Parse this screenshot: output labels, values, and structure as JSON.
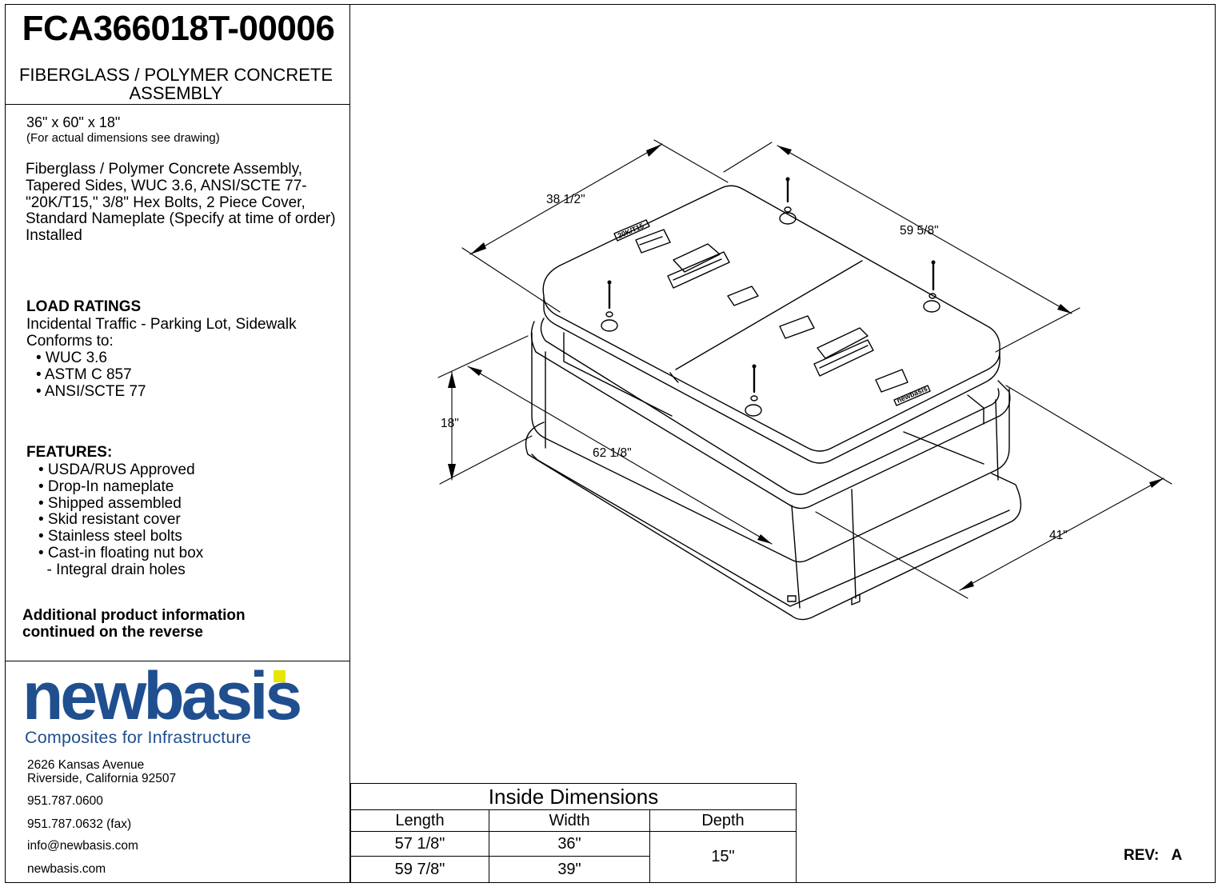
{
  "title": {
    "part_number": "FCA366018T-00006",
    "subtitle_line1": "FIBERGLASS / POLYMER CONCRETE",
    "subtitle_line2": "ASSEMBLY"
  },
  "size": {
    "nominal": "36\" x 60\" x 18\"",
    "note": "(For actual dimensions see drawing)"
  },
  "description": "Fiberglass / Polymer Concrete Assembly, Tapered Sides, WUC 3.6, ANSI/SCTE 77-\"20K/T15,\" 3/8\" Hex Bolts, 2 Piece Cover, Standard Nameplate (Specify at time of order) Installed",
  "load_ratings": {
    "heading": "LOAD RATINGS",
    "traffic": "Incidental Traffic - Parking Lot, Sidewalk",
    "conforms_label": "Conforms to:",
    "standards": [
      "• WUC 3.6",
      "• ASTM C 857",
      "• ANSI/SCTE 77"
    ]
  },
  "features": {
    "heading": "FEATURES:",
    "items": [
      "• USDA/RUS Approved",
      "• Drop-In nameplate",
      "• Shipped assembled",
      "• Skid resistant cover",
      "• Stainless steel bolts",
      "• Cast-in floating nut box",
      "  - Integral drain holes"
    ]
  },
  "additional_info": {
    "line1": "Additional product information",
    "line2": "continued on the reverse"
  },
  "company": {
    "logo_text": "newbasis",
    "tagline": "Composites for Infrastructure",
    "address1": "2626 Kansas Avenue",
    "address2": "Riverside, California  92507",
    "phone": "951.787.0600",
    "fax": "951.787.0632 (fax)",
    "email": "info@newbasis.com",
    "website": "newbasis.com",
    "brand_blue": "#1f4f8f",
    "brand_yellow": "#e6e600"
  },
  "drawing": {
    "dim_width_top": "38 1/2\"",
    "dim_length_top": "59 5/8\"",
    "dim_height": "18\"",
    "dim_length_bottom": "62 1/8\"",
    "dim_width_bottom": "41\"",
    "cover_label_rating": "20K/T15",
    "cover_label_brand": "newbasis"
  },
  "inside_dimensions": {
    "title": "Inside Dimensions",
    "headers": [
      "Length",
      "Width",
      "Depth"
    ],
    "rows": [
      [
        "57 1/8\"",
        "36\""
      ],
      [
        "59 7/8\"",
        "39\""
      ]
    ],
    "depth": "15\""
  },
  "revision": {
    "label": "REV:",
    "value": "A"
  }
}
